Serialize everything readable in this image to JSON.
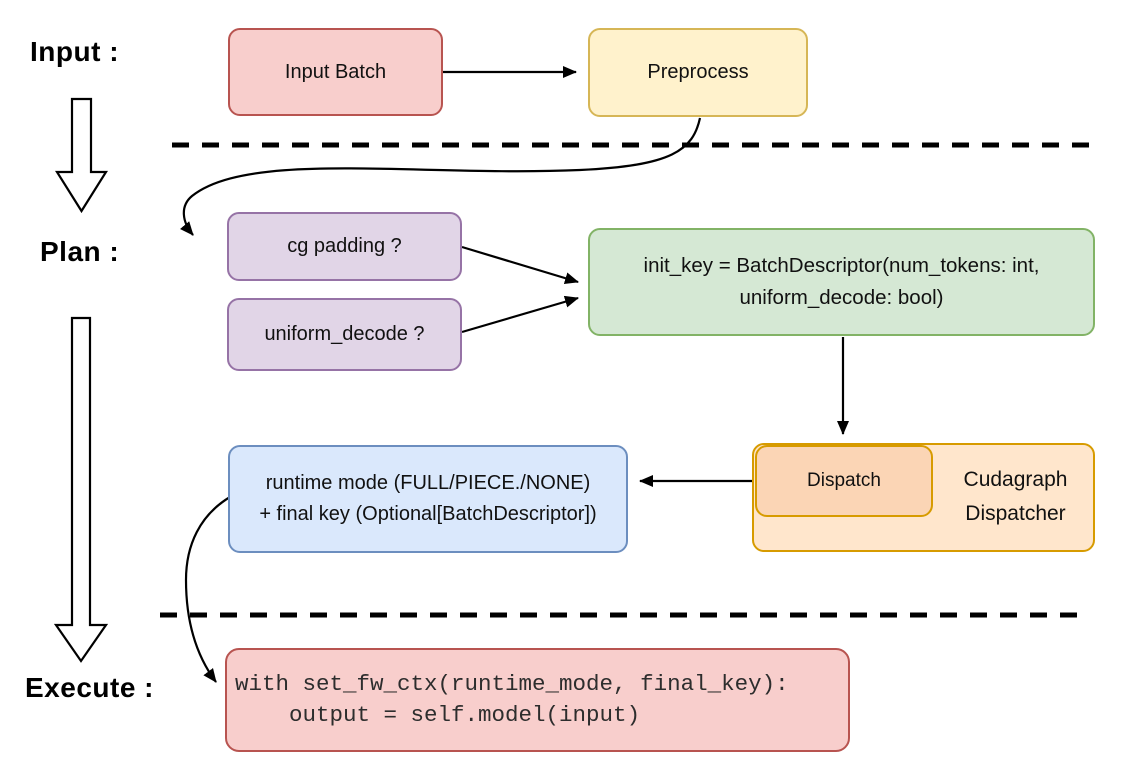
{
  "stages": {
    "input_label": "Input :",
    "plan_label": "Plan :",
    "execute_label": "Execute :"
  },
  "nodes": {
    "input_batch": {
      "label": "Input Batch"
    },
    "preprocess": {
      "label": "Preprocess"
    },
    "cg_padding": {
      "label": "cg padding ?"
    },
    "uniform_decode": {
      "label": "uniform_decode ?"
    },
    "init_key": {
      "line1": "init_key = BatchDescriptor(num_tokens: int,",
      "line2": "uniform_decode: bool)"
    },
    "runtime_result": {
      "line1": "runtime mode (FULL/PIECE./NONE)",
      "line2": "+ final key (Optional[BatchDescriptor])"
    },
    "dispatch": {
      "label": "Dispatch"
    },
    "cudagraph_dispatcher": {
      "line1": "Cudagraph",
      "line2": "Dispatcher"
    },
    "execute_code": {
      "line1": "with set_fw_ctx(runtime_mode, final_key):",
      "line2": "    output = self.model(input)"
    }
  },
  "colors": {
    "red_fill": "#f8cecc",
    "red_stroke": "#b85450",
    "yellow_fill": "#fff2cc",
    "yellow_stroke": "#d6b656",
    "purple_fill": "#e1d5e7",
    "purple_stroke": "#9673a6",
    "green_fill": "#d5e8d4",
    "green_stroke": "#82b366",
    "blue_fill": "#dae8fc",
    "blue_stroke": "#6c8ebf",
    "orange_fill": "#ffe6cc",
    "orange_inner_fill": "#fbd5b5",
    "orange_stroke": "#d79b00",
    "connector": "#000000"
  }
}
